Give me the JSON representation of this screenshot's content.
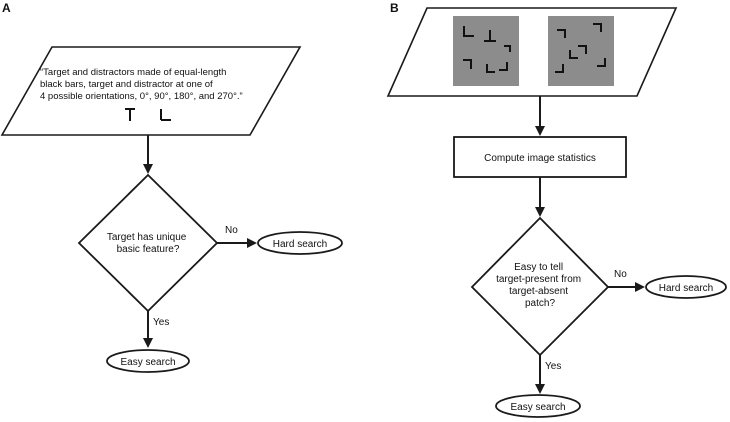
{
  "panel_a": {
    "label": "A",
    "input_text": [
      "“Target and distractors made of equal-length",
      "black bars, target and distractor at one of",
      "4 possible orientations, 0°, 90°, 180°, and 270°.”"
    ],
    "decision_text": [
      "Target has unique",
      "basic feature?"
    ],
    "no_label": "No",
    "yes_label": "Yes",
    "hard_search": "Hard search",
    "easy_search": "Easy search"
  },
  "panel_b": {
    "label": "B",
    "process_text": "Compute image statistics",
    "decision_text": [
      "Easy to tell",
      "target-present from",
      "target-absent",
      "patch?"
    ],
    "no_label": "No",
    "yes_label": "Yes",
    "hard_search": "Hard search",
    "easy_search": "Easy search"
  },
  "colors": {
    "stroke": "#1a1a1a",
    "patch_fill": "#8c8c8c",
    "glyph": "#111111"
  }
}
